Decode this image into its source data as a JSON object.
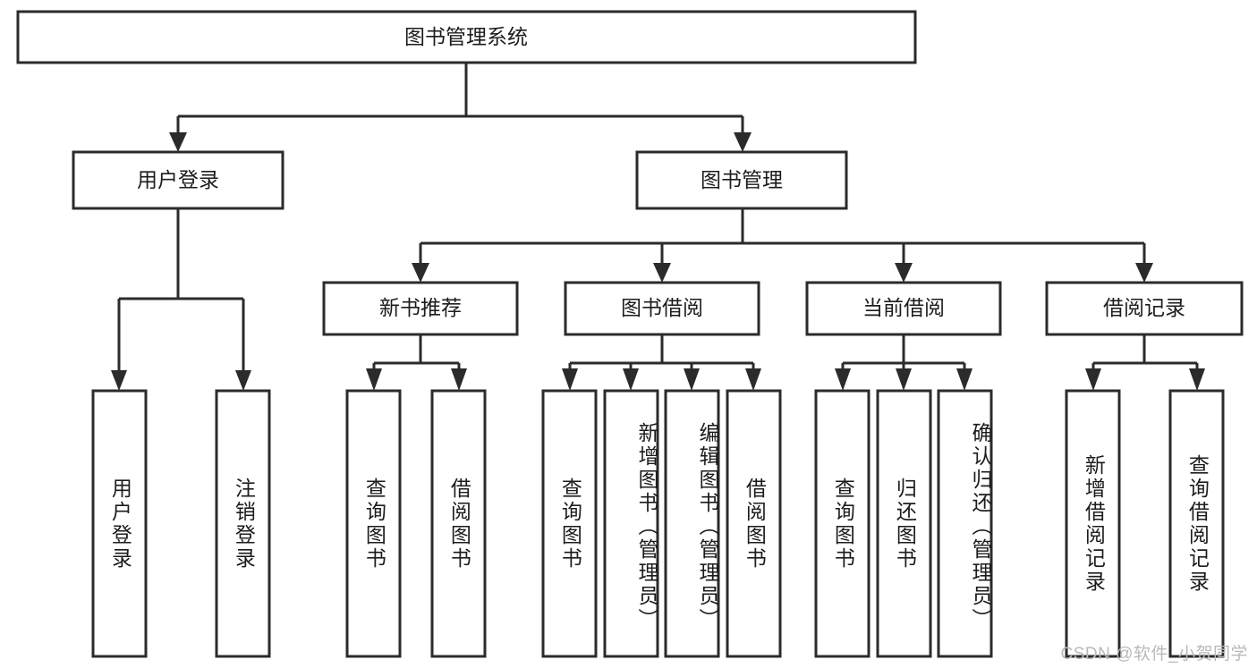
{
  "diagram": {
    "title": "图书管理系统",
    "watermark": "CSDN @软件_小贺同学",
    "type": "tree-hierarchy",
    "root": {
      "id": "root",
      "label": "图书管理系统",
      "orientation": "horizontal"
    },
    "level2": [
      {
        "id": "user-login",
        "label": "用户登录",
        "orientation": "horizontal"
      },
      {
        "id": "book-management",
        "label": "图书管理",
        "orientation": "horizontal"
      }
    ],
    "level3": [
      {
        "id": "new-book-recommend",
        "label": "新书推荐",
        "orientation": "horizontal",
        "parent": "book-management"
      },
      {
        "id": "book-borrow",
        "label": "图书借阅",
        "orientation": "horizontal",
        "parent": "book-management"
      },
      {
        "id": "current-borrow",
        "label": "当前借阅",
        "orientation": "horizontal",
        "parent": "book-management"
      },
      {
        "id": "borrow-record",
        "label": "借阅记录",
        "orientation": "horizontal",
        "parent": "book-management"
      }
    ],
    "leaves": [
      {
        "id": "leaf-user-login",
        "label": "用户登录",
        "orientation": "vertical",
        "parent": "user-login"
      },
      {
        "id": "leaf-logout-login",
        "label": "注销登录",
        "orientation": "vertical",
        "parent": "user-login"
      },
      {
        "id": "leaf-query-book-1",
        "label": "查询图书",
        "orientation": "vertical",
        "parent": "new-book-recommend"
      },
      {
        "id": "leaf-borrow-book-1",
        "label": "借阅图书",
        "orientation": "vertical",
        "parent": "new-book-recommend"
      },
      {
        "id": "leaf-query-book-2",
        "label": "查询图书",
        "orientation": "vertical",
        "parent": "book-borrow"
      },
      {
        "id": "leaf-add-book",
        "label": "新增图书（管理员）",
        "orientation": "vertical",
        "parent": "book-borrow"
      },
      {
        "id": "leaf-edit-book",
        "label": "编辑图书（管理员）",
        "orientation": "vertical",
        "parent": "book-borrow"
      },
      {
        "id": "leaf-borrow-book-2",
        "label": "借阅图书",
        "orientation": "vertical",
        "parent": "book-borrow"
      },
      {
        "id": "leaf-query-book-3",
        "label": "查询图书",
        "orientation": "vertical",
        "parent": "current-borrow"
      },
      {
        "id": "leaf-return-book",
        "label": "归还图书",
        "orientation": "vertical",
        "parent": "current-borrow"
      },
      {
        "id": "leaf-confirm-return",
        "label": "确认归还（管理员）",
        "orientation": "vertical",
        "parent": "current-borrow"
      },
      {
        "id": "leaf-add-record",
        "label": "新增借阅记录",
        "orientation": "vertical",
        "parent": "borrow-record"
      },
      {
        "id": "leaf-query-record",
        "label": "查询借阅记录",
        "orientation": "vertical",
        "parent": "borrow-record"
      }
    ],
    "colors": {
      "stroke": "#2b2b2b",
      "fill": "#ffffff",
      "text": "#1c1c1c",
      "watermark": "#b9b9b9",
      "background": "#ffffff"
    }
  }
}
